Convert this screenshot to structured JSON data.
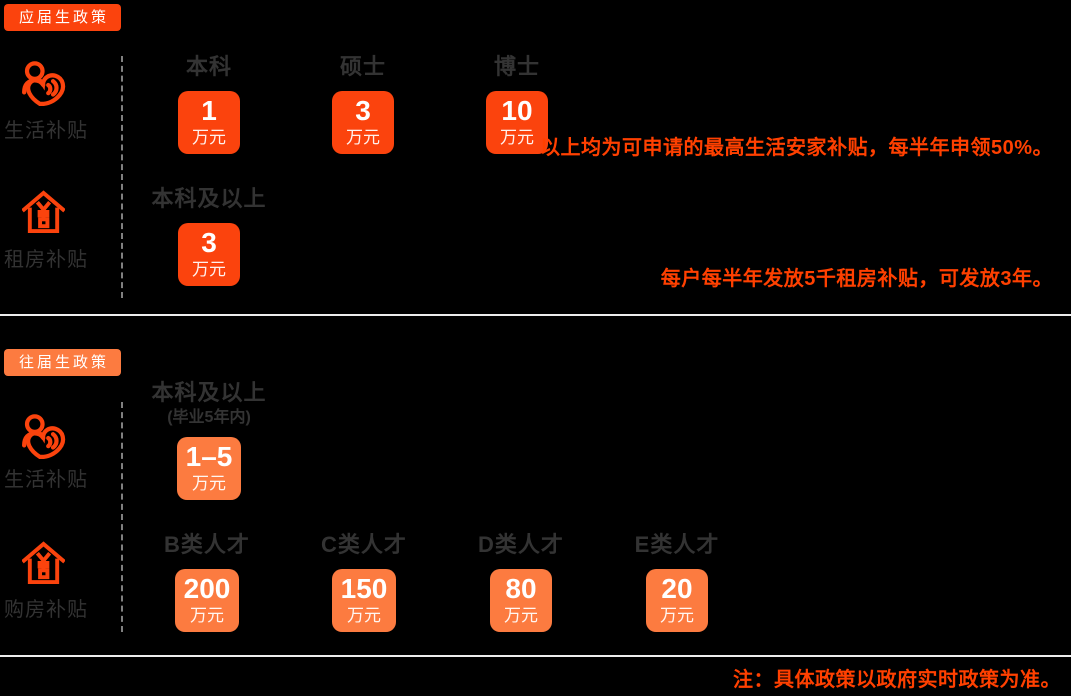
{
  "colors": {
    "background": "#000000",
    "accent_red": "#fb430d",
    "accent_orange": "#fc7b40",
    "annotation_text": "#ff4000",
    "label_text": "#333333",
    "divider": "#ececec",
    "dashed_divider": "#808080"
  },
  "sections": [
    {
      "badge": "应届生政策",
      "rows": [
        {
          "icon": "care-icon",
          "label": "生活补贴",
          "columns": [
            {
              "header": "本科",
              "value": "1",
              "unit": "万元"
            },
            {
              "header": "硕士",
              "value": "3",
              "unit": "万元"
            },
            {
              "header": "博士",
              "value": "10",
              "unit": "万元"
            }
          ],
          "annotation": "以上均为可申请的最高生活安家补贴，每半年申领50%。"
        },
        {
          "icon": "house-yuan-icon",
          "label": "租房补贴",
          "columns": [
            {
              "header": "本科及以上",
              "value": "3",
              "unit": "万元"
            }
          ],
          "annotation": "每户每半年发放5千租房补贴，可发放3年。"
        }
      ]
    },
    {
      "badge": "往届生政策",
      "rows": [
        {
          "icon": "care-icon",
          "label": "生活补贴",
          "columns": [
            {
              "header": "本科及以上",
              "subheader": "(毕业5年内)",
              "value": "1–5",
              "unit": "万元"
            }
          ]
        },
        {
          "icon": "house-yuan-icon",
          "label": "购房补贴",
          "columns": [
            {
              "header": "B类人才",
              "value": "200",
              "unit": "万元"
            },
            {
              "header": "C类人才",
              "value": "150",
              "unit": "万元"
            },
            {
              "header": "D类人才",
              "value": "80",
              "unit": "万元"
            },
            {
              "header": "E类人才",
              "value": "20",
              "unit": "万元"
            }
          ]
        }
      ]
    }
  ],
  "footer_note": "注：具体政策以政府实时政策为准。"
}
